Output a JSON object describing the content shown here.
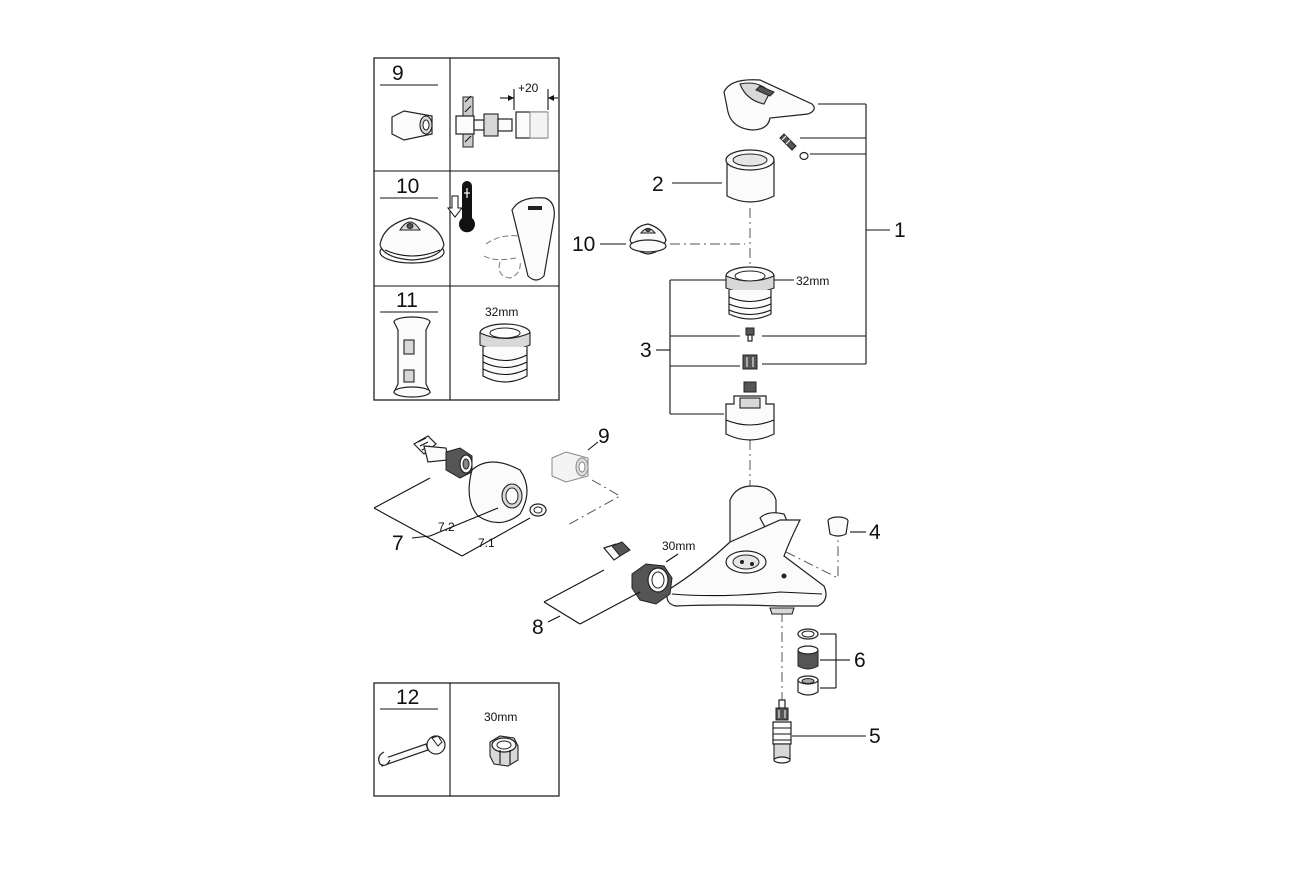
{
  "callouts": {
    "p1": "1",
    "p2": "2",
    "p3": "3",
    "p4": "4",
    "p5": "5",
    "p6": "6",
    "p7": "7",
    "p7_1": "7.1",
    "p7_2": "7.2",
    "p8": "8",
    "p9": "9",
    "p10": "10"
  },
  "dimensions": {
    "cartridge": "32mm",
    "nut": "30mm"
  },
  "accessories": {
    "panel_top": {
      "rows": [
        {
          "number": "9",
          "note": "+20"
        },
        {
          "number": "10"
        },
        {
          "number": "11",
          "note": "32mm"
        }
      ]
    },
    "panel_bottom": {
      "rows": [
        {
          "number": "12",
          "note": "30mm"
        }
      ]
    }
  },
  "icons": [
    "adapter-icon",
    "extension-icon",
    "temperature-limiter-icon",
    "thermometer-icon",
    "lever-range-icon",
    "cartridge-tool-icon",
    "cartridge-icon",
    "wrench-icon",
    "nut-icon"
  ]
}
